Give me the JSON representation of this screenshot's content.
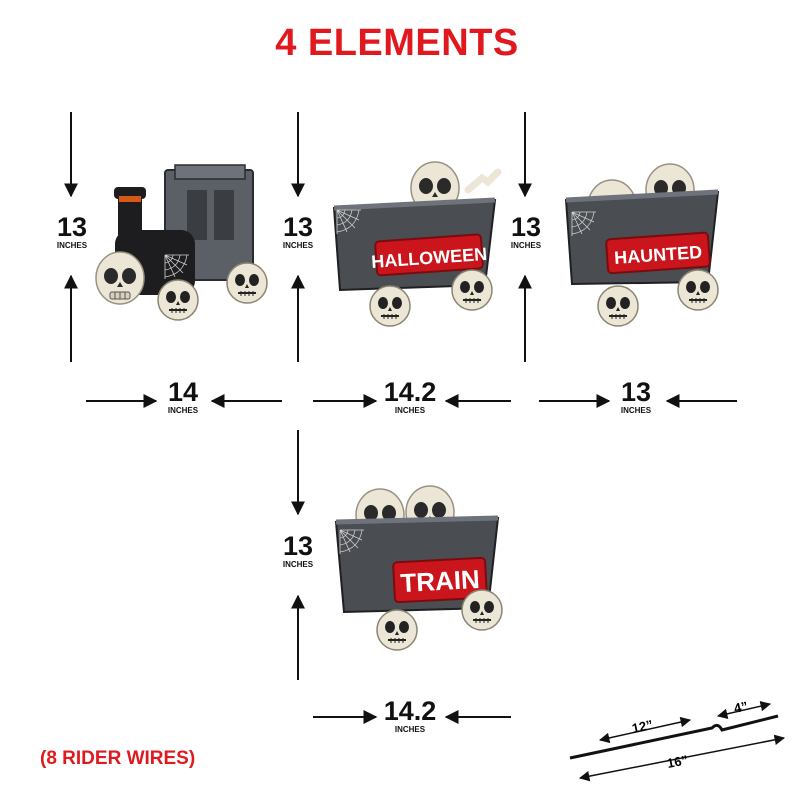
{
  "title": "4 ELEMENTS",
  "colors": {
    "accent_red": "#e0191f",
    "cart_gray": "#4a4d52",
    "bone": "#ece6d6",
    "sign_red": "#c9151b"
  },
  "items": [
    {
      "name": "locomotive",
      "height": "13",
      "width": "14",
      "unit": "INCHES"
    },
    {
      "name": "halloween-cart",
      "sign": "HALLOWEEN",
      "height": "13",
      "width": "14.2",
      "unit": "INCHES"
    },
    {
      "name": "haunted-cart",
      "sign": "HAUNTED",
      "height": "13",
      "width": "13",
      "unit": "INCHES"
    },
    {
      "name": "train-cart",
      "sign": "TRAIN",
      "height": "13",
      "width": "14.2",
      "unit": "INCHES"
    }
  ],
  "footnote": "(8 RIDER WIRES)",
  "wire": {
    "seg_a": "12”",
    "seg_b": "4”",
    "total": "16”"
  }
}
